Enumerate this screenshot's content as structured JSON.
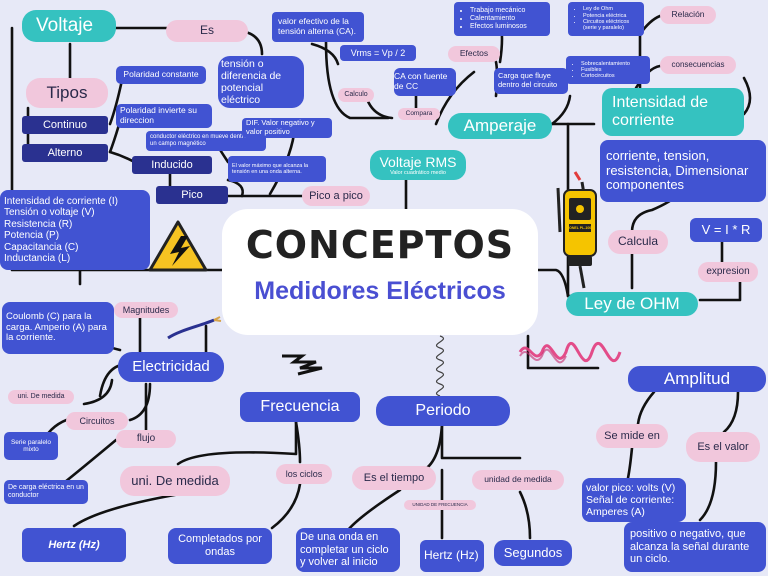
{
  "center": {
    "title": "CONCEPTOS",
    "subtitle": "Medidores Eléctricos"
  },
  "voltaje": {
    "title": "Voltaje",
    "es": "Es",
    "definicion": "tensión o diferencia de potencial eléctrico",
    "valor_efectivo": "valor efectivo de la tensión alterna (CA).",
    "formula": "Vrms = Vp / 2",
    "calculo": "Calculo",
    "ca_cc": "CA con fuente de CC",
    "compara": "Compara",
    "rms": "Voltaje RMS",
    "rms_sub": "Valor cuadrático medio",
    "tipos": "Tipos",
    "continuo": "Continuo",
    "polaridad_constante": "Polaridad constante",
    "alterno": "Alterno",
    "polaridad_invierte": "Polaridad invierte su direccion",
    "inducido": "Inducido",
    "inducido_desc": "conductor eléctrico en mueve dentro de un campo magnético",
    "pico": "Pico",
    "pico_desc": "El valor máximo que alcanza la tensión en una onda alterna.",
    "pico_a_pico": "Pico a pico",
    "dif_valor": "DIF. Valor negativo y valor positivo"
  },
  "amperaje": {
    "title": "Amperaje",
    "efectos": "Efectos",
    "efectos_list": [
      "Trabajo mecánico",
      "Calentamiento",
      "Efectos luminosos"
    ],
    "carga": "Carga que fluye dentro del circuito",
    "intensidad": "Intensidad de corriente",
    "relacion": "Relación",
    "relacion_list": [
      "Ley de Ohm",
      "Potencia eléctrica",
      "Circuitos eléctricos (serie y paralelo)"
    ],
    "consecuencias": "consecuencias",
    "consecuencias_list": [
      "Sobrecalentamiento",
      "Fusibles",
      "Cortocircuitos"
    ]
  },
  "ohm": {
    "title": "Ley de OHM",
    "calcula_list": "corriente, tension, resistencia, Dimensionar componentes",
    "calcula": "Calcula",
    "formula": "V = I * R",
    "expresion": "expresion"
  },
  "magnitudes": {
    "list": [
      "Intensidad de corriente (I)",
      "Tensión o voltaje (V)",
      "Resistencia (R)",
      "Potencia (P)",
      "Capacitancia (C)",
      "Inductancia (L)"
    ],
    "label": "Magnitudes"
  },
  "electricidad": {
    "title": "Electricidad",
    "coulomb": "Coulomb (C) para la carga. Amperio (A) para la corriente.",
    "uni_medida": "uni. De medida",
    "circuitos": "Circuitos",
    "serie": "Serie paralelo mixto",
    "flujo": "flujo",
    "flujo_desc": "De carga eléctrica en un conductor"
  },
  "frecuencia": {
    "title": "Frecuencia",
    "uni_medida": "uni. De medida",
    "hertz": "Hertz (Hz)",
    "ciclos": "los ciclos",
    "completados": "Completados por ondas"
  },
  "periodo": {
    "title": "Periodo",
    "es_tiempo": "Es el tiempo",
    "tiempo_desc": "De una onda en completar un ciclo y volver al inicio",
    "unidad_frecuencia": "UNIDAD DE FRECUENCIA",
    "hertz": "Hertz (Hz)",
    "unidad_medida": "unidad de medida",
    "segundos": "Segundos"
  },
  "amplitud": {
    "title": "Amplitud",
    "se_mide": "Se mide en",
    "valores": "valor pico: volts (V) Señal de corriente: Amperes (A)",
    "es_valor": "Es el valor",
    "valor_desc": "positivo o negativo, que alcanza la señal durante un ciclo."
  },
  "meter_label": "SONEL PL-1000",
  "colors": {
    "teal": "#35c2c0",
    "blue": "#4153d2",
    "navy": "#2a3190",
    "pink": "#f1c7dc",
    "background": "#e7e9f7"
  }
}
